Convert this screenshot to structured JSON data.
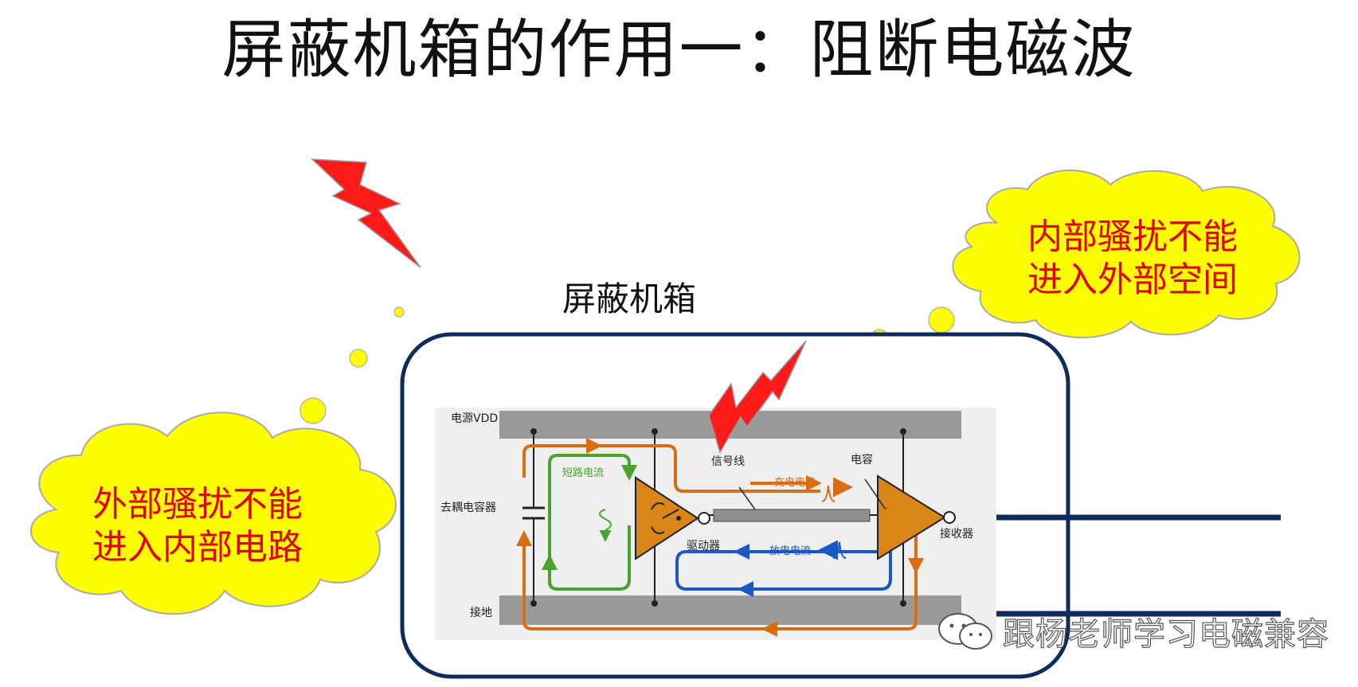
{
  "title": "屏蔽机箱的作用一：阻断电磁波",
  "box_label": "屏蔽机箱",
  "cloud_left": {
    "line1": "外部骚扰不能",
    "line2": "进入内部电路"
  },
  "cloud_right": {
    "line1": "内部骚扰不能",
    "line2": "进入外部空间"
  },
  "circuit": {
    "vdd": "电源VDD",
    "gnd": "接地",
    "decap": "去耦电容器",
    "short_current": "短路电流",
    "signal_line": "信号线",
    "charge_current": "充电电流",
    "discharge_current": "放电电流",
    "capacitor": "电容",
    "driver": "驱动器",
    "receiver": "接收器"
  },
  "watermark": "跟杨老师学习电磁兼容",
  "colors": {
    "orange": "#d96d14",
    "green": "#4aa32e",
    "blue": "#1a56c4",
    "navy": "#0f2a5c",
    "cloud": "#ffff00",
    "bolt": "#ff1a1a",
    "cloud_text": "#e00000"
  }
}
